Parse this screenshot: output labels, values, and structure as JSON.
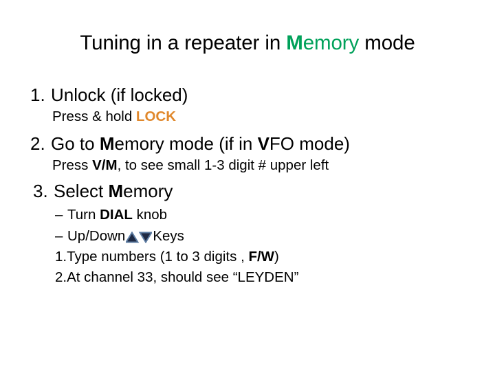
{
  "slide": {
    "title": {
      "before": "Tuning in a repeater in ",
      "accent_bold": "M",
      "accent_rest": "emory",
      "after": " mode"
    },
    "steps": [
      {
        "number": "1.",
        "text_before": "Unlock (if locked)",
        "detail": {
          "text_before": "Press & hold ",
          "highlight": "LOCK",
          "text_after": ""
        }
      },
      {
        "number": "2.",
        "seg_a": "Go to ",
        "seg_b_bold": "M",
        "seg_c": "emory mode (if in ",
        "seg_d_bold": "V",
        "seg_e": "FO mode)",
        "detail": {
          "text_before": "Press ",
          "bold": "V/M",
          "text_after": ", to see small 1-3 digit # upper left"
        }
      },
      {
        "number": "3.",
        "seg_a": "Select ",
        "seg_b_bold": "M",
        "seg_c": "emory"
      }
    ],
    "sub_items": [
      {
        "marker": "–",
        "text_before": "Turn ",
        "bold": "DIAL",
        "text_after": " knob"
      },
      {
        "marker": "–",
        "text_before": "Up/Down",
        "icon_up": "triangle-up-icon",
        "icon_down": "triangle-down-icon",
        "text_after": "Keys"
      },
      {
        "marker": "1.",
        "text_before": "Type numbers (1 to 3 digits , ",
        "bold": "F/W",
        "text_after": ")"
      },
      {
        "marker": "2.",
        "text_before": "At channel 33, should see “LEYDEN”",
        "bold": "",
        "text_after": ""
      }
    ],
    "colors": {
      "title_accent_green": "#00a15a",
      "lock_orange": "#e0882c",
      "arrow_fill": "#1f2a44",
      "arrow_stroke": "#5c7ba1",
      "background": "#ffffff",
      "text": "#000000"
    }
  }
}
